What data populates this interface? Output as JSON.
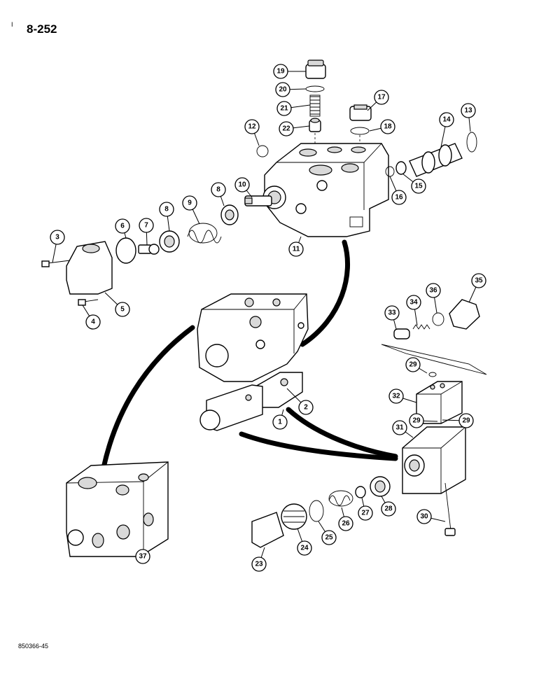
{
  "page_number": "8-252",
  "margin_mark": "I",
  "document_code": "850366-45",
  "callouts": [
    {
      "label": "1"
    },
    {
      "label": "2"
    },
    {
      "label": "3"
    },
    {
      "label": "4"
    },
    {
      "label": "5"
    },
    {
      "label": "6"
    },
    {
      "label": "7"
    },
    {
      "label": "8"
    },
    {
      "label": "8"
    },
    {
      "label": "9"
    },
    {
      "label": "10"
    },
    {
      "label": "11"
    },
    {
      "label": "12"
    },
    {
      "label": "13"
    },
    {
      "label": "14"
    },
    {
      "label": "15"
    },
    {
      "label": "16"
    },
    {
      "label": "17"
    },
    {
      "label": "18"
    },
    {
      "label": "19"
    },
    {
      "label": "20"
    },
    {
      "label": "21"
    },
    {
      "label": "22"
    },
    {
      "label": "23"
    },
    {
      "label": "24"
    },
    {
      "label": "25"
    },
    {
      "label": "26"
    },
    {
      "label": "27"
    },
    {
      "label": "28"
    },
    {
      "label": "29"
    },
    {
      "label": "29"
    },
    {
      "label": "29"
    },
    {
      "label": "30"
    },
    {
      "label": "31"
    },
    {
      "label": "32"
    },
    {
      "label": "33"
    },
    {
      "label": "34"
    },
    {
      "label": "35"
    },
    {
      "label": "36"
    },
    {
      "label": "37"
    }
  ]
}
